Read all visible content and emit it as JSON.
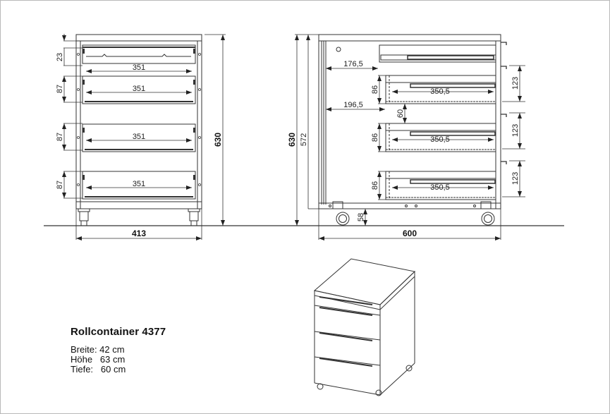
{
  "product": {
    "title": "Rollcontainer 4377",
    "specs": [
      {
        "label": "Breite:",
        "value": "42 cm",
        "text": "Breite: 42 cm"
      },
      {
        "label": "Höhe",
        "value": "63 cm",
        "text": "Höhe   63 cm"
      },
      {
        "label": "Tiefe:",
        "value": "60 cm",
        "text": "Tiefe:   60 cm"
      }
    ]
  },
  "front_view": {
    "overall_width": "413",
    "overall_height": "630",
    "drawer_heights": [
      "23",
      "87",
      "87",
      "87"
    ],
    "drawer_inner_widths": [
      "351",
      "351",
      "351",
      "351"
    ]
  },
  "side_view": {
    "overall_depth": "600",
    "overall_height": "630",
    "body_height": "572",
    "castor_clearance": "58",
    "top_drawer_offset": "176,5",
    "lower_drawer_offset": "196,5",
    "drawer_gap": "60",
    "drawer_heights": [
      "86",
      "86",
      "86"
    ],
    "drawer_depths": [
      "350,5",
      "350,5",
      "350,5"
    ],
    "front_pitches": [
      "123",
      "123",
      "123"
    ]
  },
  "colors": {
    "line": "#333333",
    "frame": "#b9b9b9",
    "background": "#ffffff"
  }
}
